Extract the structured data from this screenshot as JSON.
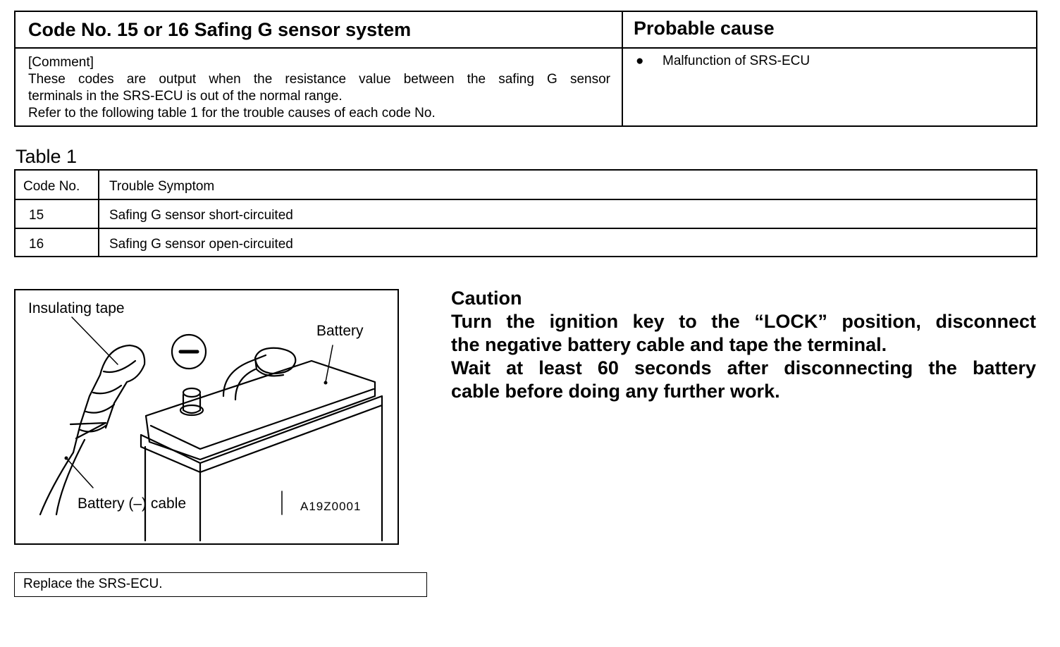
{
  "header": {
    "title": "Code No. 15 or 16 Safing G sensor system",
    "probable_cause_heading": "Probable cause"
  },
  "comment": {
    "tag": "[Comment]",
    "line1": "These codes are output when the resistance value between the safing G sensor",
    "line2": "terminals in the SRS-ECU is out of the normal range.",
    "line3": "Refer to the following table 1 for the trouble causes of each code No."
  },
  "probable_cause": {
    "bullet": "●",
    "item": "Malfunction of SRS-ECU"
  },
  "table1": {
    "title": "Table  1",
    "headers": [
      "Code No.",
      "Trouble Symptom"
    ],
    "rows": [
      [
        "15",
        "Safing G sensor short-circuited"
      ],
      [
        "16",
        "Safing G sensor open-circuited"
      ]
    ]
  },
  "figure": {
    "label_tape": "Insulating tape",
    "label_battery": "Battery",
    "label_cable": "Battery (–) cable",
    "figure_code": "A19Z0001"
  },
  "caution": {
    "heading": "Caution",
    "line1": "Turn the ignition key to the “LOCK” position, disconnect",
    "line2": "the negative battery cable and tape the terminal.",
    "line3": "Wait at least 60 seconds after disconnecting the battery",
    "line4": "cable before doing any further work."
  },
  "action": {
    "text": "Replace the SRS-ECU."
  }
}
